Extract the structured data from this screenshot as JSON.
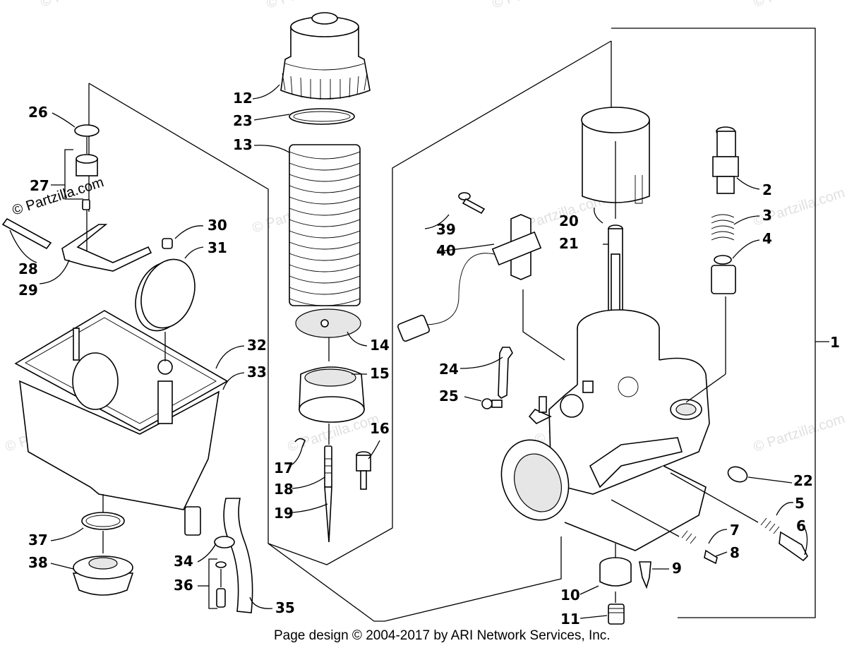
{
  "watermark": "© Partzilla.com",
  "watermark_corner": "© Partzilla.com",
  "footer": "Page design © 2004-2017 by ARI Network Services, Inc.",
  "callouts": {
    "p1": "1",
    "p2": "2",
    "p3": "3",
    "p4": "4",
    "p5": "5",
    "p6": "6",
    "p7": "7",
    "p8": "8",
    "p9": "9",
    "p10": "10",
    "p11": "11",
    "p12": "12",
    "p13": "13",
    "p14": "14",
    "p15": "15",
    "p16": "16",
    "p17": "17",
    "p18": "18",
    "p19": "19",
    "p20": "20",
    "p21": "21",
    "p22": "22",
    "p23": "23",
    "p24": "24",
    "p25": "25",
    "p26": "26",
    "p27": "27",
    "p28": "28",
    "p29": "29",
    "p30": "30",
    "p31": "31",
    "p32": "32",
    "p33": "33",
    "p34": "34",
    "p35": "35",
    "p36": "36",
    "p37": "37",
    "p38": "38",
    "p39": "39",
    "p40": "40"
  }
}
